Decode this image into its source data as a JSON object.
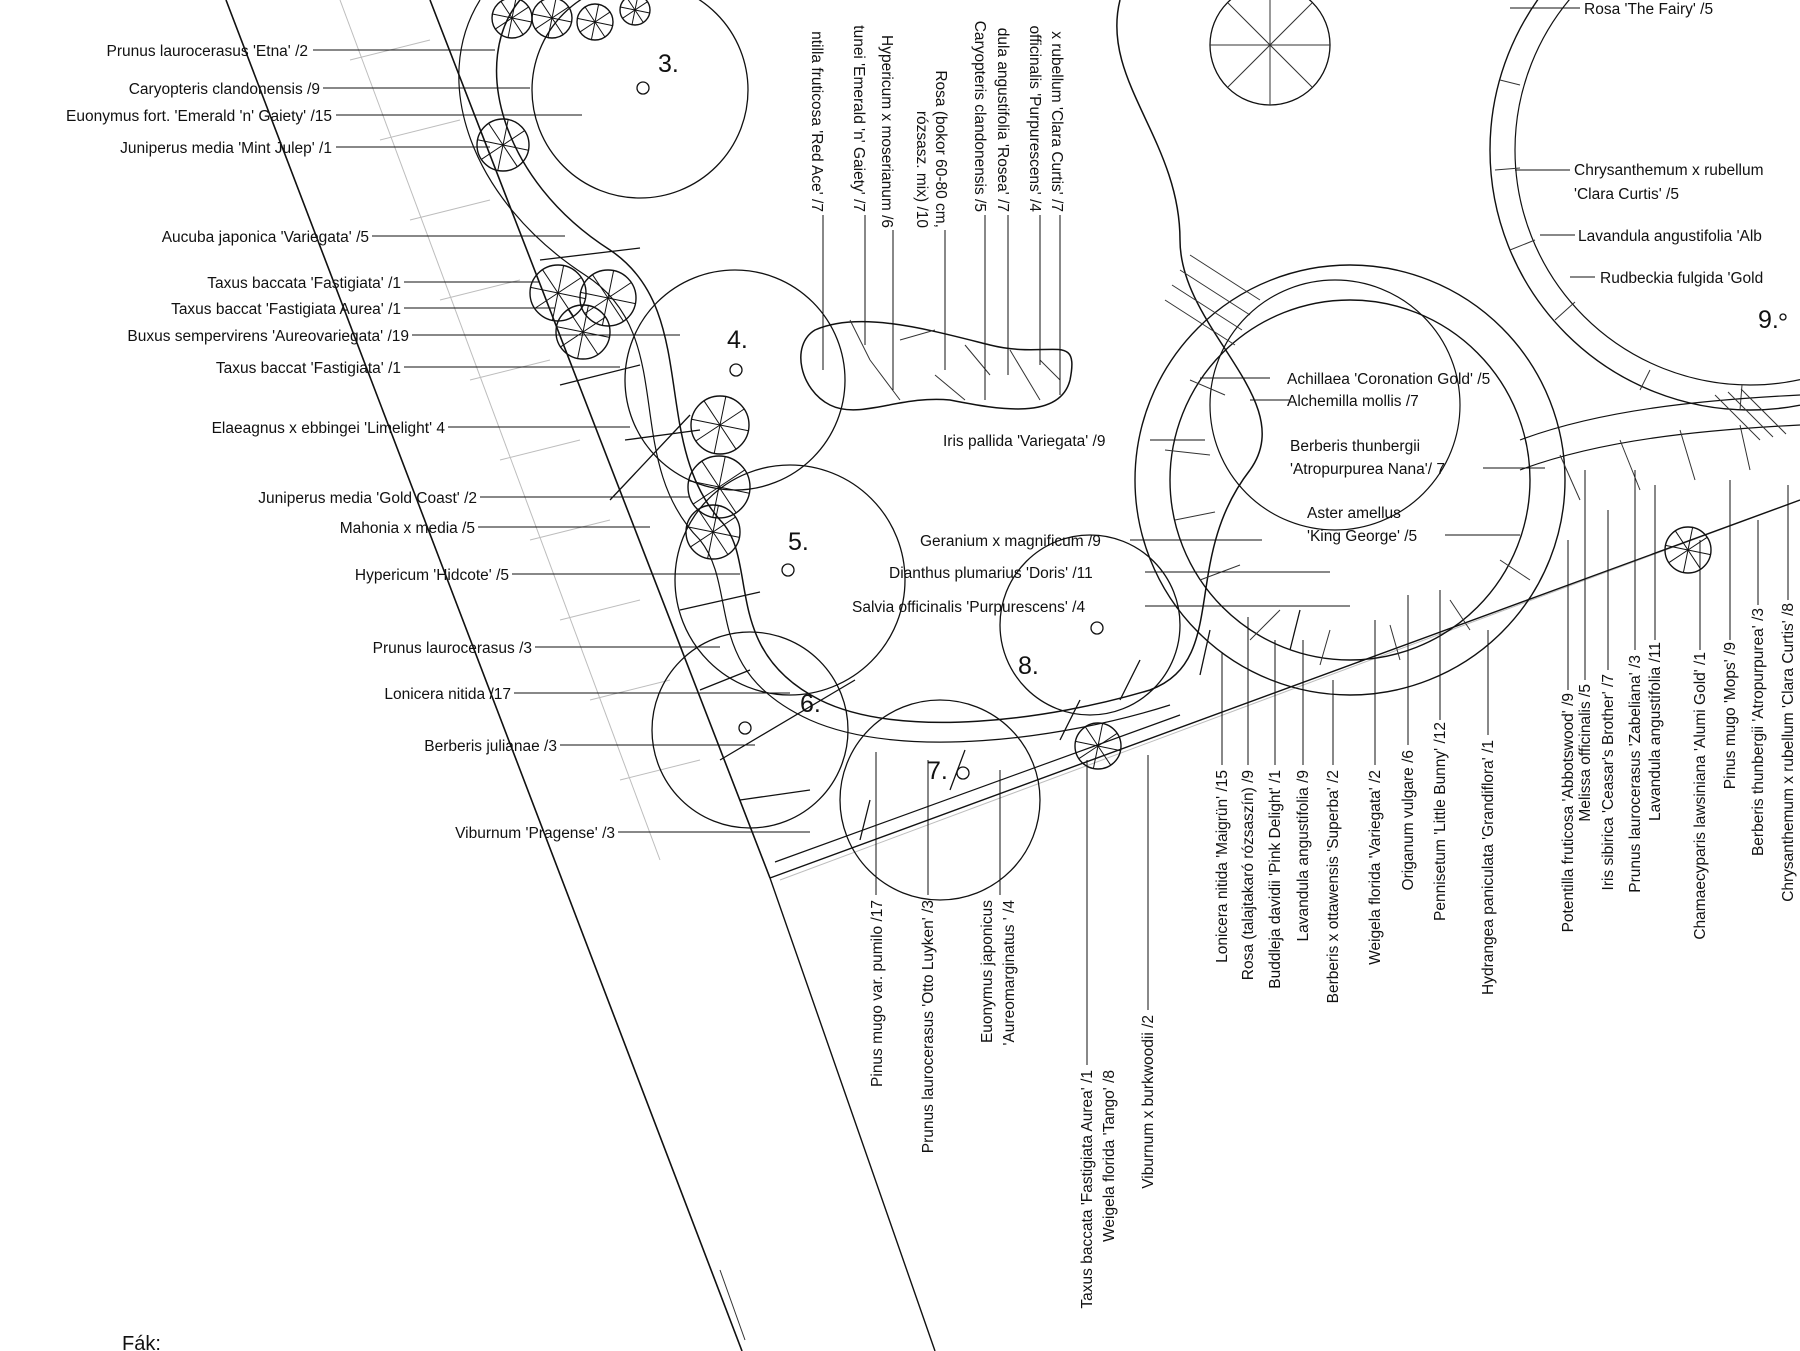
{
  "colors": {
    "ink": "#111111",
    "faint": "#bdbdbd",
    "background": "#ffffff"
  },
  "bed_numbers": [
    "3.",
    "4.",
    "5.",
    "6.",
    "7.",
    "8.",
    "9."
  ],
  "footer_label": "Fák:",
  "labels_left": [
    "Prunus laurocerasus 'Etna' /2",
    "Caryopteris clandonensis /9",
    "Euonymus fort. 'Emerald 'n' Gaiety' /15",
    "Juniperus media 'Mint Julep' /1",
    "Aucuba japonica 'Variegata' /5",
    "Taxus baccata 'Fastigiata' /1",
    "Taxus baccat 'Fastigiata Aurea' /1",
    "Buxus sempervirens 'Aureovariegata' /19",
    "Taxus baccat 'Fastigiata' /1",
    "Elaeagnus x ebbingei 'Limelight' 4",
    "Juniperus media 'Gold Coast' /2",
    "Mahonia x media /5",
    "Hypericum 'Hidcote' /5",
    "Prunus laurocerasus /3",
    "Lonicera nitida /17",
    "Berberis julianae /3",
    "Viburnum 'Pragense' /3"
  ],
  "labels_top_vertical": [
    "ntilla fruticosa 'Red Ace' /7",
    "tunei 'Emerald 'n' Gaiety' /7",
    "Hypericum x moserianum /6",
    "Rosa (bokor 60-80 cm,",
    "rózsasz. mix) /10",
    "Caryopteris clandonensis /5",
    "dula angustifolia 'Rosea' /7",
    "officinalis 'Purpurescens' /4",
    "x rubellum 'Clara Curtis' /7"
  ],
  "labels_center": [
    "Iris pallida 'Variegata' /9",
    "Geranium x magnificum /9",
    "Dianthus plumarius 'Doris' /11",
    "Salvia officinalis 'Purpurescens' /4",
    "Achillaea 'Coronation Gold' /5",
    "Alchemilla mollis /7",
    "Berberis thunbergii",
    "'Atropurpurea Nana'/ 7",
    "Aster amellus",
    "'King George' /5"
  ],
  "labels_right": [
    "Rosa 'The Fairy' /5",
    "Chrysanthemum x rubellum",
    "'Clara Curtis' /5",
    "Lavandula angustifolia 'Alb",
    "Rudbeckia fulgida 'Gold"
  ],
  "labels_bottom_vertical": [
    "Pinus mugo var. pumilo /17",
    "Prunus laurocerasus 'Otto Luyken' /3",
    "Euonymus japonicus",
    "'Aureomarginatus ' /4",
    "Taxus baccata 'Fastigiata Aurea' /1",
    "Weigela florida 'Tango' /8",
    "Viburnum x burkwoodii /2",
    "Lonicera nitida 'Maigrün' /15",
    "Rosa (talajtakaró rózsaszín) /9",
    "Buddleja davidii 'Pink Delight' /1",
    "Lavandula angustifolia /9",
    "Berberis x ottawensis 'Superba' /2",
    "Weigela florida 'Variegata' /2",
    "Origanum vulgare /6",
    "Pennisetum 'Little Bunny' /12",
    "Hydrangea paniculata 'Grandiflora' /1",
    "Potentilla fruticosa 'Abbotswood' /9",
    "Melissa officinalis /5",
    "Iris sibirica 'Ceasar's Brother' /7",
    "Prunus laurocerasus 'Zabeliana' /3",
    "Lavandula angustifolia /11",
    "Chamaecyparis lawsiniana 'Alumi Gold' /1",
    "Pinus mugo 'Mops' /9",
    "Berberis thunbergii 'Atropurpurea' /3",
    "Chrysanthemum x rubellum 'Clara Curtis' /8"
  ]
}
